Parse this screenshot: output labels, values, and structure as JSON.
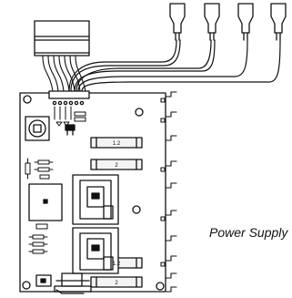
{
  "caption": "Power Supply",
  "fuse_labels": [
    "1.2",
    "2",
    "1.2",
    "2"
  ],
  "colors": {
    "stroke": "#111111",
    "background": "#ffffff",
    "fill": "#f4f4f4"
  },
  "icons": {
    "connector_housing": "rectangle-connector",
    "terminals": "spade-terminal",
    "board": "circuit-board"
  }
}
